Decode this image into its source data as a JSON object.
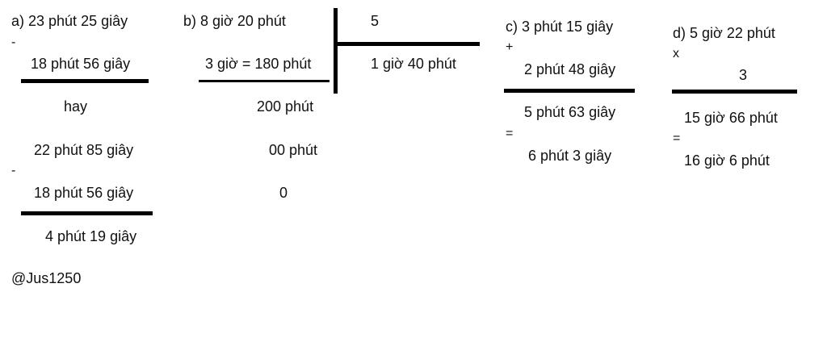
{
  "a": {
    "line1": "a) 23 phút 25 giây",
    "minus1": "-",
    "line2": "18 phút 56 giây",
    "hay": "hay",
    "line3": "22 phút 85 giây",
    "minus2": "-",
    "line4": "18 phút 56 giây",
    "result": "4 phút 19 giây"
  },
  "b": {
    "line1": "b) 8 giờ 20 phút",
    "line2": "3 giờ = 180 phút",
    "line3": "200 phút",
    "line4": "00 phút",
    "line5": "0",
    "divisor": "5",
    "quotient": "1 giờ 40 phút"
  },
  "c": {
    "line1": "c) 3 phút 15 giây",
    "plus": "+",
    "line2": "2 phút 48 giây",
    "line3": "5 phút 63 giây",
    "equals": "=",
    "result": "6 phút 3 giây"
  },
  "d": {
    "line1": "d) 5 giờ 22 phút",
    "times": "x",
    "multiplier": "3",
    "line2": "15 giờ 66 phút",
    "equals": "=",
    "result": "16 giờ 6 phút"
  },
  "signature": "@Jus1250"
}
